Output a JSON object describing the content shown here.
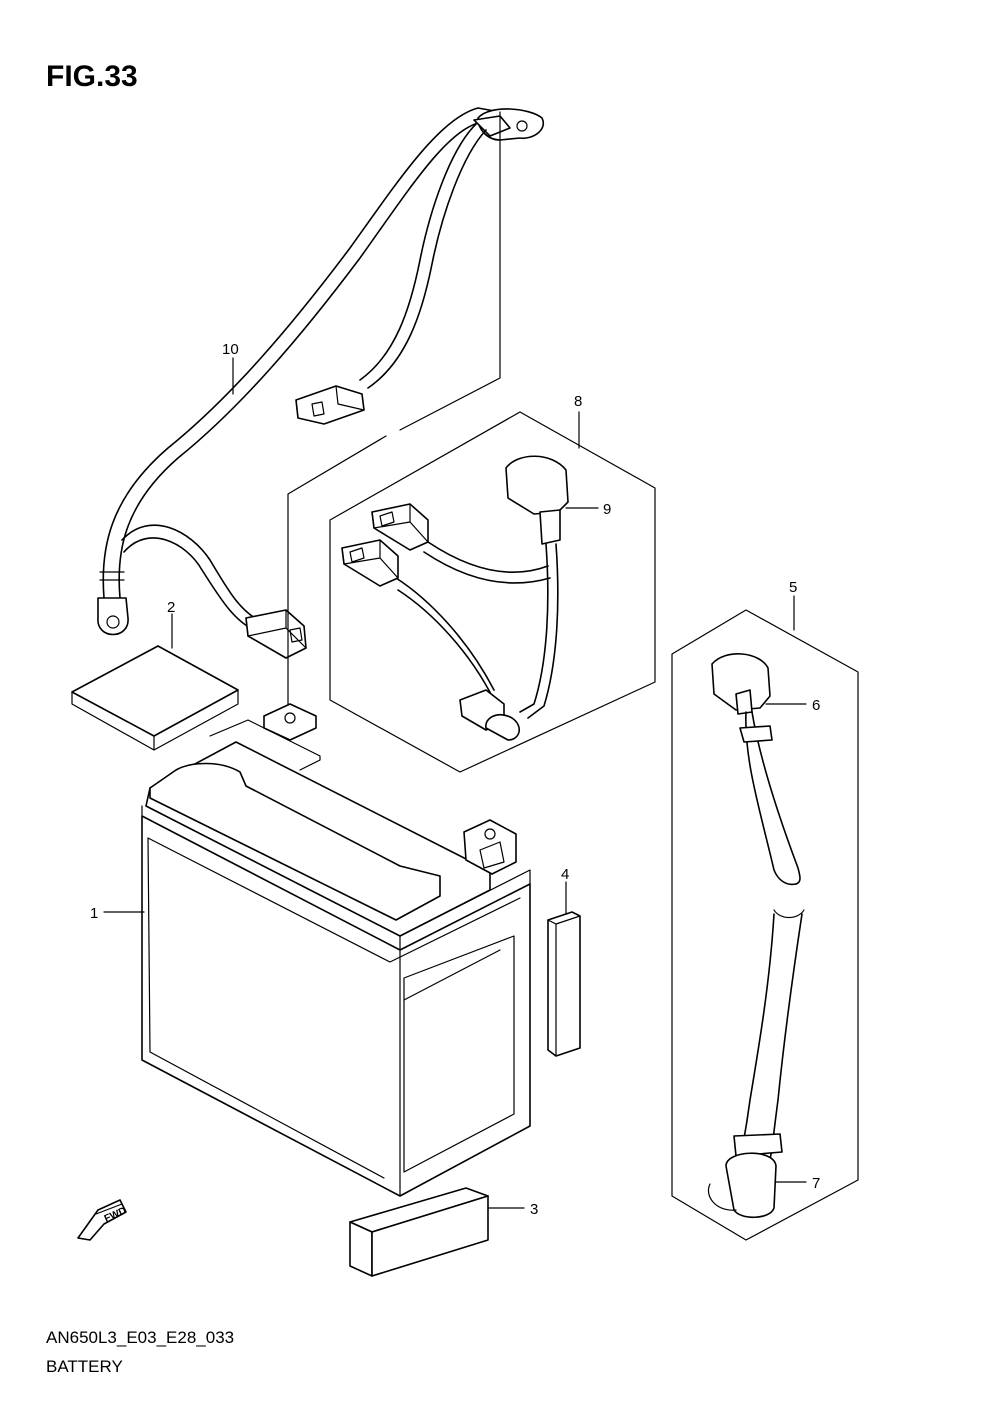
{
  "figure": {
    "title": "FIG.33",
    "code": "AN650L3_E03_E28_033",
    "name": "BATTERY"
  },
  "callouts": [
    {
      "id": "p1",
      "label": "1"
    },
    {
      "id": "p2",
      "label": "2"
    },
    {
      "id": "p3",
      "label": "3"
    },
    {
      "id": "p4",
      "label": "4"
    },
    {
      "id": "p5",
      "label": "5"
    },
    {
      "id": "p6",
      "label": "6"
    },
    {
      "id": "p7",
      "label": "7"
    },
    {
      "id": "p8",
      "label": "8"
    },
    {
      "id": "p9",
      "label": "9"
    },
    {
      "id": "p10",
      "label": "10"
    }
  ],
  "fwd_marker": {
    "label": "FWD",
    "icon": "forward-arrow-icon"
  }
}
